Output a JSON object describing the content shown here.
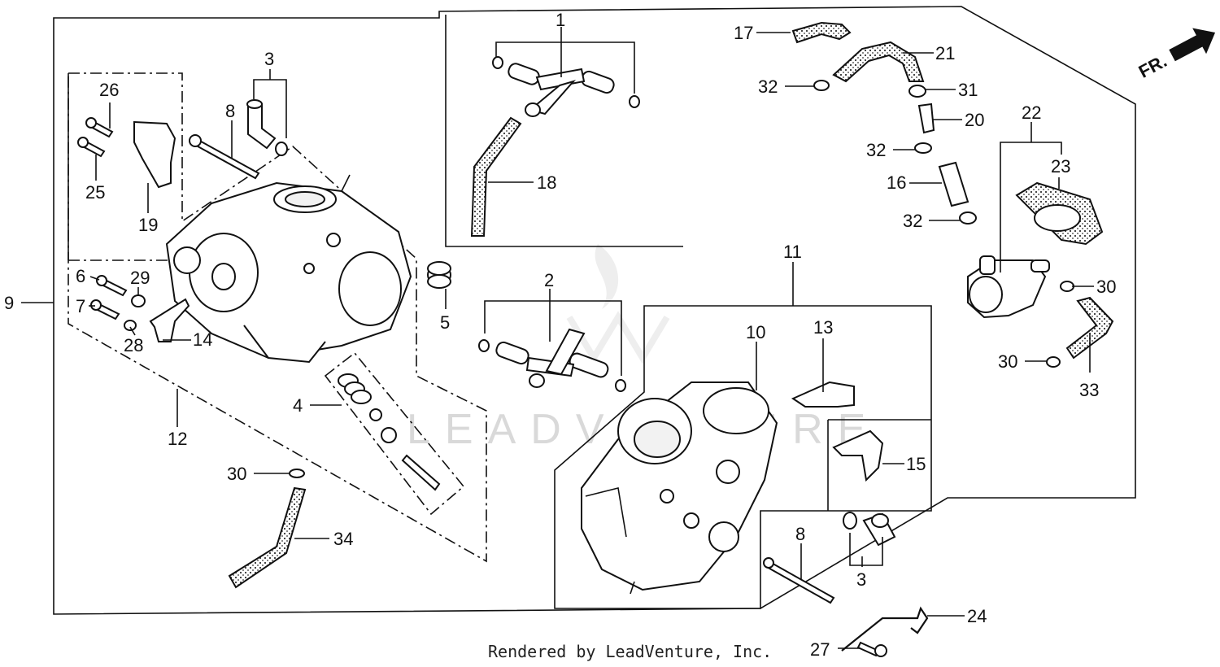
{
  "direction_label": "FR.",
  "watermark": "LEADVENTURE",
  "credit": "Rendered by LeadVenture, Inc.",
  "callouts": [
    {
      "id": "c1",
      "text": "1"
    },
    {
      "id": "c2",
      "text": "2"
    },
    {
      "id": "c3a",
      "text": "3"
    },
    {
      "id": "c3b",
      "text": "3"
    },
    {
      "id": "c4",
      "text": "4"
    },
    {
      "id": "c5",
      "text": "5"
    },
    {
      "id": "c6",
      "text": "6"
    },
    {
      "id": "c7",
      "text": "7"
    },
    {
      "id": "c8a",
      "text": "8"
    },
    {
      "id": "c8b",
      "text": "8"
    },
    {
      "id": "c9",
      "text": "9"
    },
    {
      "id": "c10",
      "text": "10"
    },
    {
      "id": "c11",
      "text": "11"
    },
    {
      "id": "c12",
      "text": "12"
    },
    {
      "id": "c13",
      "text": "13"
    },
    {
      "id": "c14",
      "text": "14"
    },
    {
      "id": "c15",
      "text": "15"
    },
    {
      "id": "c16",
      "text": "16"
    },
    {
      "id": "c17",
      "text": "17"
    },
    {
      "id": "c18",
      "text": "18"
    },
    {
      "id": "c19",
      "text": "19"
    },
    {
      "id": "c20",
      "text": "20"
    },
    {
      "id": "c21",
      "text": "21"
    },
    {
      "id": "c22",
      "text": "22"
    },
    {
      "id": "c23",
      "text": "23"
    },
    {
      "id": "c24",
      "text": "24"
    },
    {
      "id": "c25",
      "text": "25"
    },
    {
      "id": "c26",
      "text": "26"
    },
    {
      "id": "c27",
      "text": "27"
    },
    {
      "id": "c28",
      "text": "28"
    },
    {
      "id": "c29",
      "text": "29"
    },
    {
      "id": "c30a",
      "text": "30"
    },
    {
      "id": "c30b",
      "text": "30"
    },
    {
      "id": "c30c",
      "text": "30"
    },
    {
      "id": "c31",
      "text": "31"
    },
    {
      "id": "c32a",
      "text": "32"
    },
    {
      "id": "c32b",
      "text": "32"
    },
    {
      "id": "c32c",
      "text": "32"
    },
    {
      "id": "c33",
      "text": "33"
    },
    {
      "id": "c34",
      "text": "34"
    }
  ]
}
